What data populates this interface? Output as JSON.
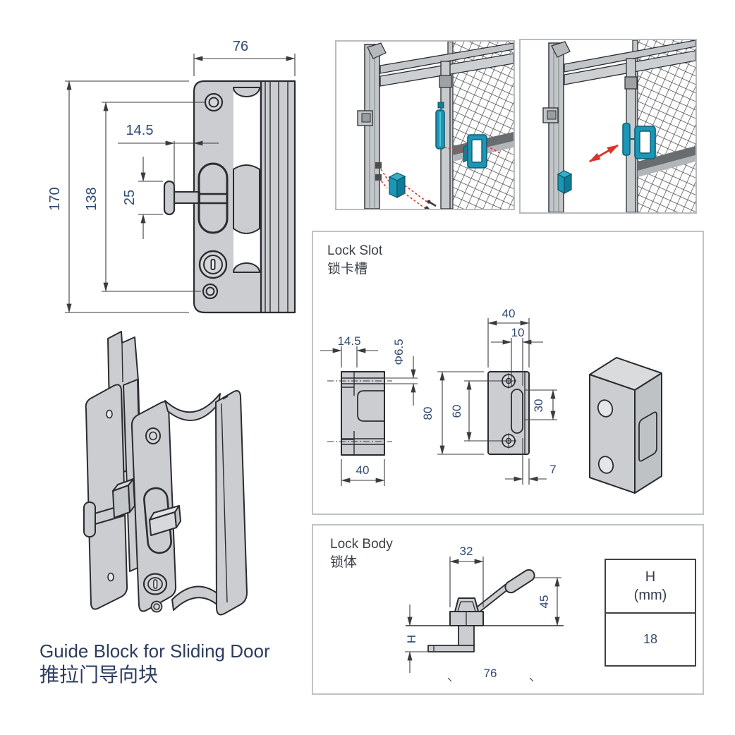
{
  "colors": {
    "dimension_text": "#2f4a73",
    "drawing_line": "#2b2c30",
    "metal_gray": "#cbcdd0",
    "accent_teal": "#1b96b4",
    "arrow_red": "#d83428",
    "box_border": "#bfc2c5"
  },
  "front_view": {
    "dim_width": "76",
    "dim_height": "170",
    "dim_screw_spacing": "138",
    "dim_latch_offset": "14.5",
    "dim_knob_height": "25"
  },
  "lock_slot": {
    "title": "Lock Slot",
    "title_zh": "锁卡槽",
    "dim_side_offset": "14.5",
    "dim_hole_dia": "Φ6.5",
    "dim_side_width": "40",
    "dim_front_width": "40",
    "dim_slot_width": "10",
    "dim_front_height": "80",
    "dim_hole_spacing": "60",
    "dim_slot_height": "30",
    "dim_edge": "7"
  },
  "lock_body": {
    "title": "Lock Body",
    "title_zh": "锁体",
    "dim_top_width": "32",
    "dim_lever_height": "45",
    "dim_h_label": "H",
    "dim_base_width": "76",
    "table_header": "H",
    "table_unit": "(mm)",
    "table_value": "18"
  },
  "guide_block": {
    "caption_en": "Guide Block for Sliding Door",
    "caption_zh": "推拉门导向块"
  }
}
